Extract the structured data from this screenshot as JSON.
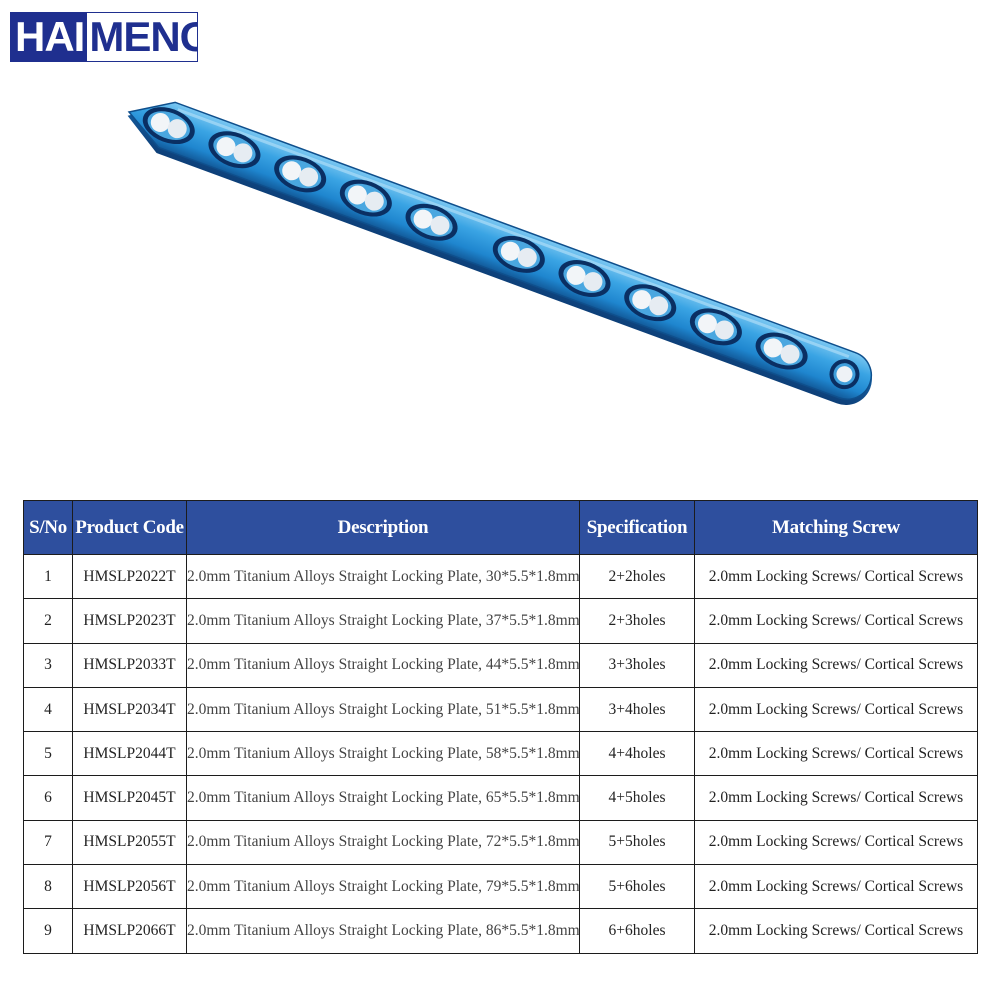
{
  "brand": {
    "logo_part1": "HAI",
    "logo_part2": "MENG",
    "primary": "#1f2f8f"
  },
  "image": {
    "subject": "locking-plate",
    "color": "#2f9de0"
  },
  "table": {
    "header_color": "#2e4f9e",
    "headers": [
      "S/No",
      "Product Code",
      "Description",
      "Specification",
      "Matching Screw"
    ],
    "rows": [
      [
        "1",
        "HMSLP2022T",
        "2.0mm Titanium Alloys Straight Locking Plate, 30*5.5*1.8mm",
        "2+2holes",
        "2.0mm Locking Screws/ Cortical Screws"
      ],
      [
        "2",
        "HMSLP2023T",
        "2.0mm Titanium Alloys Straight Locking Plate, 37*5.5*1.8mm",
        "2+3holes",
        "2.0mm Locking Screws/ Cortical Screws"
      ],
      [
        "3",
        "HMSLP2033T",
        "2.0mm Titanium Alloys Straight Locking Plate, 44*5.5*1.8mm",
        "3+3holes",
        "2.0mm Locking Screws/ Cortical Screws"
      ],
      [
        "4",
        "HMSLP2034T",
        "2.0mm Titanium Alloys Straight Locking Plate, 51*5.5*1.8mm",
        "3+4holes",
        "2.0mm Locking Screws/ Cortical Screws"
      ],
      [
        "5",
        "HMSLP2044T",
        "2.0mm Titanium Alloys Straight Locking Plate, 58*5.5*1.8mm",
        "4+4holes",
        "2.0mm Locking Screws/ Cortical Screws"
      ],
      [
        "6",
        "HMSLP2045T",
        "2.0mm Titanium Alloys Straight Locking Plate, 65*5.5*1.8mm",
        "4+5holes",
        "2.0mm Locking Screws/ Cortical Screws"
      ],
      [
        "7",
        "HMSLP2055T",
        "2.0mm Titanium Alloys Straight Locking Plate, 72*5.5*1.8mm",
        "5+5holes",
        "2.0mm Locking Screws/ Cortical Screws"
      ],
      [
        "8",
        "HMSLP2056T",
        "2.0mm Titanium Alloys Straight Locking Plate, 79*5.5*1.8mm",
        "5+6holes",
        "2.0mm Locking Screws/ Cortical Screws"
      ],
      [
        "9",
        "HMSLP2066T",
        "2.0mm Titanium Alloys Straight Locking Plate, 86*5.5*1.8mm",
        "6+6holes",
        "2.0mm Locking Screws/ Cortical Screws"
      ]
    ]
  }
}
